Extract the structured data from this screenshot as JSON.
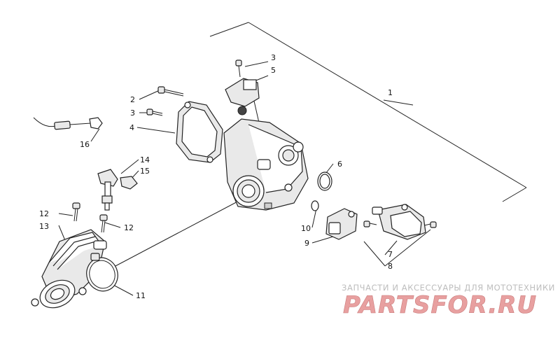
{
  "callouts": {
    "c1": "1",
    "c2": "2",
    "c3a": "3",
    "c3b": "3",
    "c4": "4",
    "c5": "5",
    "c6": "6",
    "c7": "7",
    "c8": "8",
    "c9": "9",
    "c10": "10",
    "c11": "11",
    "c12a": "12",
    "c12b": "12",
    "c13": "13",
    "c14": "14",
    "c15": "15",
    "c16": "16"
  },
  "watermark": {
    "tagline": "ЗАПЧАСТИ И АКСЕССУАРЫ ДЛЯ МОТОТЕХНИКИ",
    "logo": "PARTSFOR.RU",
    "logo_color": "#e8a0a0"
  }
}
